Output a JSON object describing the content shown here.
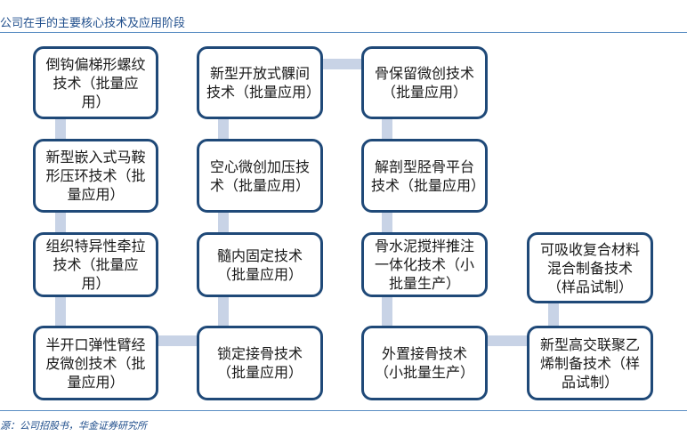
{
  "header": {
    "title": "公司在手的主要核心技术及应用阶段"
  },
  "footer": {
    "source": "源：公司招股书，华金证券研究所"
  },
  "nodes": {
    "c1r1": "倒钩偏梯形螺纹技术（批量应用）",
    "c1r2": "新型嵌入式马鞍形压环技术（批量应用）",
    "c1r3": "组织特异性牵拉技术（批量应用）",
    "c1r4": "半开口弹性臂经皮微创技术（批量应用）",
    "c2r1": "新型开放式髁间技术（批量应用）",
    "c2r2": "空心微创加压技术（批量应用）",
    "c2r3": "髓内固定技术（批量应用）",
    "c2r4": "锁定接骨技术（批量应用）",
    "c3r1": "骨保留微创技术（批量应用）",
    "c3r2": "解剖型胫骨平台技术（批量应用）",
    "c3r3": "骨水泥搅拌推注一体化技术（小批量生产）",
    "c3r4": "外置接骨技术（小批量生产）",
    "c4r3": "可吸收复合材料混合制备技术（样品试制）",
    "c4r4": "新型高交联聚乙烯制备技术（样品试制）"
  }
}
